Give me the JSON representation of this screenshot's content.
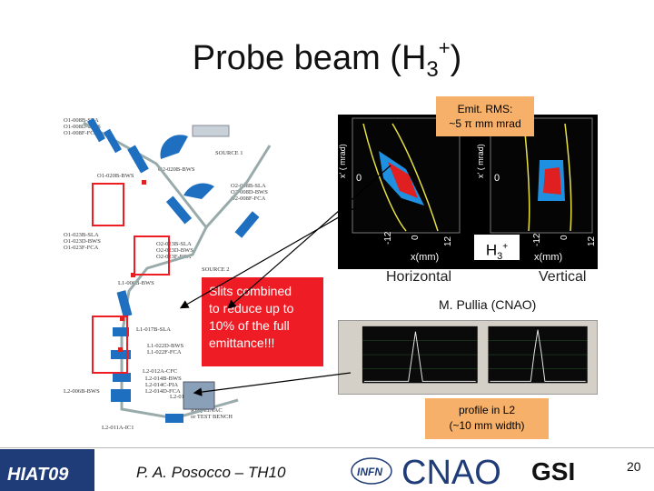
{
  "title": {
    "main": "Probe beam (H",
    "sub": "3",
    "sup": "+",
    "close": ")"
  },
  "emittance_label": {
    "line1": "Emit. RMS:",
    "line2": "~5 π mm mrad"
  },
  "plot": {
    "ylabel": "x' ( mrad)",
    "xlabel": "x(mm)",
    "yzero": "0",
    "ticks": [
      "-12",
      "0",
      "12"
    ],
    "h3": {
      "base": "H",
      "sub": "3",
      "sup": "+"
    }
  },
  "labels": {
    "horizontal": "Horizontal",
    "vertical": "Vertical",
    "credit": "M. Pullia (CNAO)"
  },
  "callout": {
    "lines": [
      "Slits combined",
      "to reduce up to",
      "10% of the full",
      "emittance!!!"
    ]
  },
  "profile_caption": {
    "line1": "profile in L2",
    "line2": "(~10 mm width)"
  },
  "schematic_labels": [
    "O1-008B-SLA",
    "O1-008D-BWS",
    "O1-008F-FCA",
    "SOURCE 1",
    "O1-020B-BWS",
    "O2-020B-BWS",
    "O2-008B-SLA",
    "O2-008D-BWS",
    "O2-008F-FCA",
    "O1-023B-SLA",
    "O1-023D-BWS",
    "O1-023F-FCA",
    "O2-023B-SLA",
    "O2-023D-BWS",
    "O2-023F-FCA",
    "SOURCE 2",
    "L1-006B-BWS",
    "L1-017B-SLA",
    "L1-022D-BWS",
    "L1-022F-FCA",
    "L2-012A-CFC",
    "L2-014B-BWS",
    "L2-014C-PIA",
    "L2-014D-FCA",
    "L2-006B-BWS",
    "L2-016A-GCT",
    "RFQ-LINAC",
    "or TEST BENCH",
    "L2-011A-IC1"
  ],
  "footer": {
    "presenter": "P. A. Posocco – TH10",
    "page": "20",
    "logo_hiat": "HIAT09",
    "logo_infn": "INFN",
    "logo_cnao": "CNAO",
    "logo_gsi": "GSI"
  },
  "colors": {
    "red": "#ee1c24",
    "orange": "#f6b06a",
    "blue": "#1f6fc0",
    "navy": "#1f3c78"
  }
}
